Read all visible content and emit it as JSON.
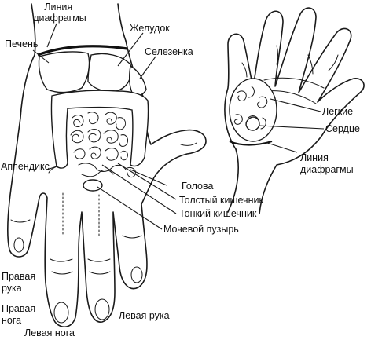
{
  "colors": {
    "ink": "#1a1a1a",
    "background": "#ffffff",
    "diaphragm_line": "#111111"
  },
  "labels": {
    "diaphragm_line_left": "Линия\nдиафрагмы",
    "liver": "Печень",
    "stomach": "Желудок",
    "spleen": "Селезенка",
    "appendix": "Аппендикс",
    "head": "Голова",
    "large_intestine": "Толстый кишечник",
    "small_intestine": "Тонкий кишечник",
    "bladder": "Мочевой пузырь",
    "right_arm": "Правая\nрука",
    "right_leg": "Правая\nнога",
    "left_leg": "Левая нога",
    "left_arm": "Левая рука",
    "lungs": "Легкие",
    "heart": "Сердце",
    "diaphragm_line_right": "Линия\nдиафрагмы"
  }
}
